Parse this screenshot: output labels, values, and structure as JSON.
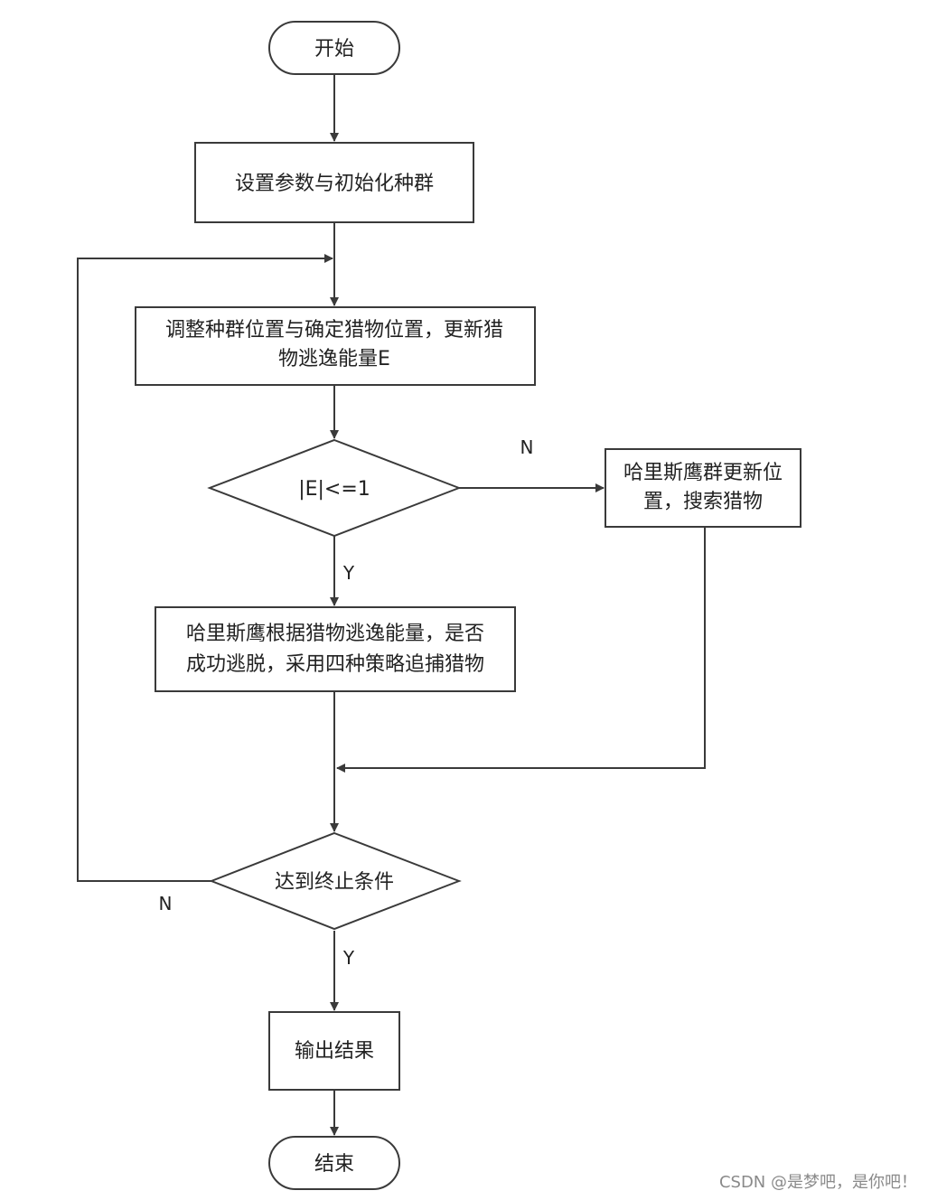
{
  "nodes": {
    "start": "开始",
    "init": "设置参数与初始化种群",
    "adjust_line1": "调整种群位置与确定猎物位置，更新猎",
    "adjust_line2": "物逃逸能量E",
    "decision_energy": "|E|<=1",
    "search_line1": "哈里斯鹰群更新位",
    "search_line2": "置，搜索猎物",
    "chase_line1": "哈里斯鹰根据猎物逃逸能量，是否",
    "chase_line2": "成功逃脱，采用四种策略追捕猎物",
    "decision_stop": "达到终止条件",
    "output": "输出结果",
    "end": "结束"
  },
  "edge_labels": {
    "energy_no": "N",
    "energy_yes": "Y",
    "stop_no": "N",
    "stop_yes": "Y"
  },
  "watermark": "CSDN @是梦吧，是你吧！"
}
